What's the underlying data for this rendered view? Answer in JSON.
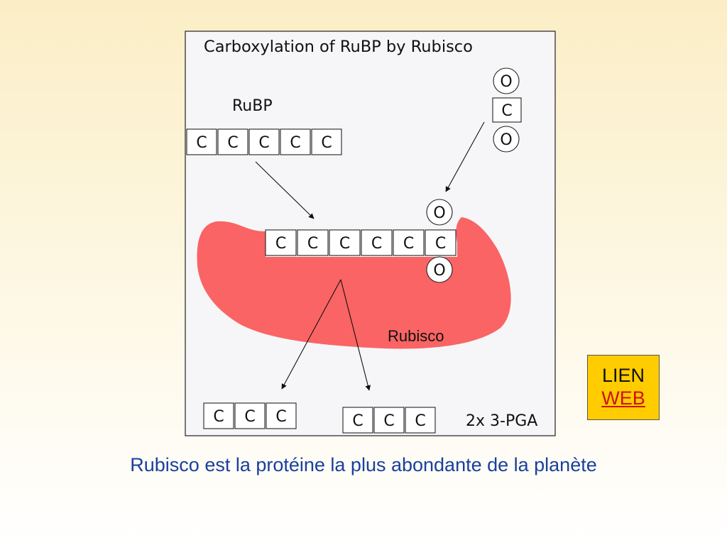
{
  "diagram": {
    "title": "Carboxylation of RuBP by Rubisco",
    "rubp_label": "RuBP",
    "enzyme_label": "Rubisco",
    "product_label": "2x 3-PGA",
    "carbon_symbol": "C",
    "oxygen_symbol": "O",
    "rubp_carbon_count": 5,
    "bound_carbon_count": 6,
    "pga_carbon_count": 3,
    "pga_product_count": 2,
    "enzyme_color": "#fa6464",
    "panel_background": "#f6f6f8"
  },
  "link": {
    "line1": "LIEN",
    "line2": "WEB",
    "box_color": "#ffcc00",
    "link_color": "#d01010"
  },
  "caption": "Rubisco est la protéine la plus abondante de la planète"
}
